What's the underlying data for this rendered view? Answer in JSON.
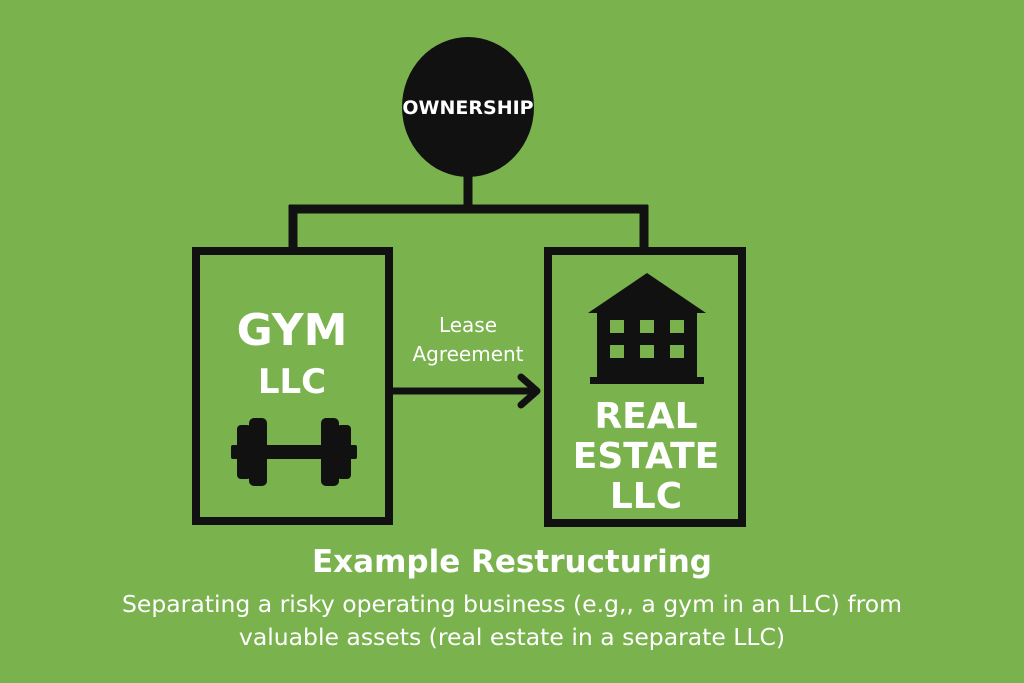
{
  "diagram": {
    "root": {
      "label": "OWNERSHIP"
    },
    "gym": {
      "line1": "GYM",
      "line2": "LLC",
      "icon": "dumbbell-icon"
    },
    "realestate": {
      "line1": "REAL",
      "line2": "ESTATE",
      "line3": "LLC",
      "icon": "building-icon"
    },
    "edge": {
      "line1": "Lease",
      "line2": "Agreement"
    }
  },
  "caption": {
    "title": "Example Restructuring",
    "line1": "Separating a risky operating business (e.g,, a gym in an LLC) from",
    "line2": "valuable assets (real estate in a separate LLC)"
  },
  "colors": {
    "background": "#7ab24e",
    "stroke": "#111111",
    "text": "#ffffff"
  }
}
